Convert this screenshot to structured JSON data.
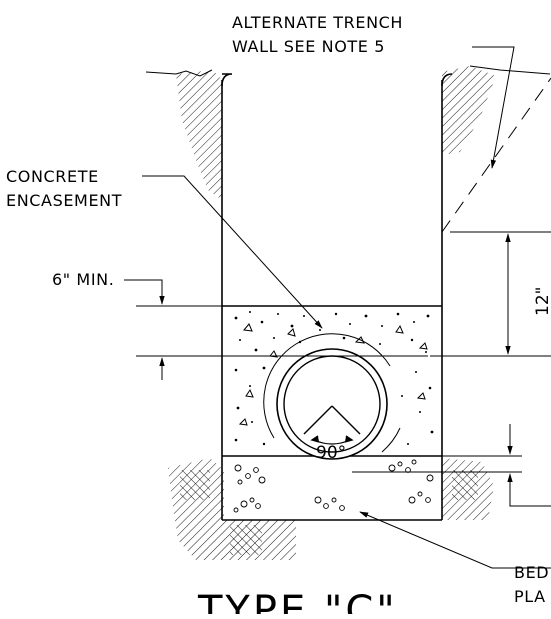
{
  "labels": {
    "trench_wall_line1": "ALTERNATE TRENCH",
    "trench_wall_line2": "WALL SEE NOTE 5",
    "concrete_line1": "CONCRETE",
    "concrete_line2": "ENCASEMENT",
    "min_depth": "6\" MIN.",
    "top_cover": "12\"",
    "angle": "90°",
    "bedding_line1": "BED",
    "bedding_line2": "PLA"
  },
  "title": "TYPE \"C\""
}
